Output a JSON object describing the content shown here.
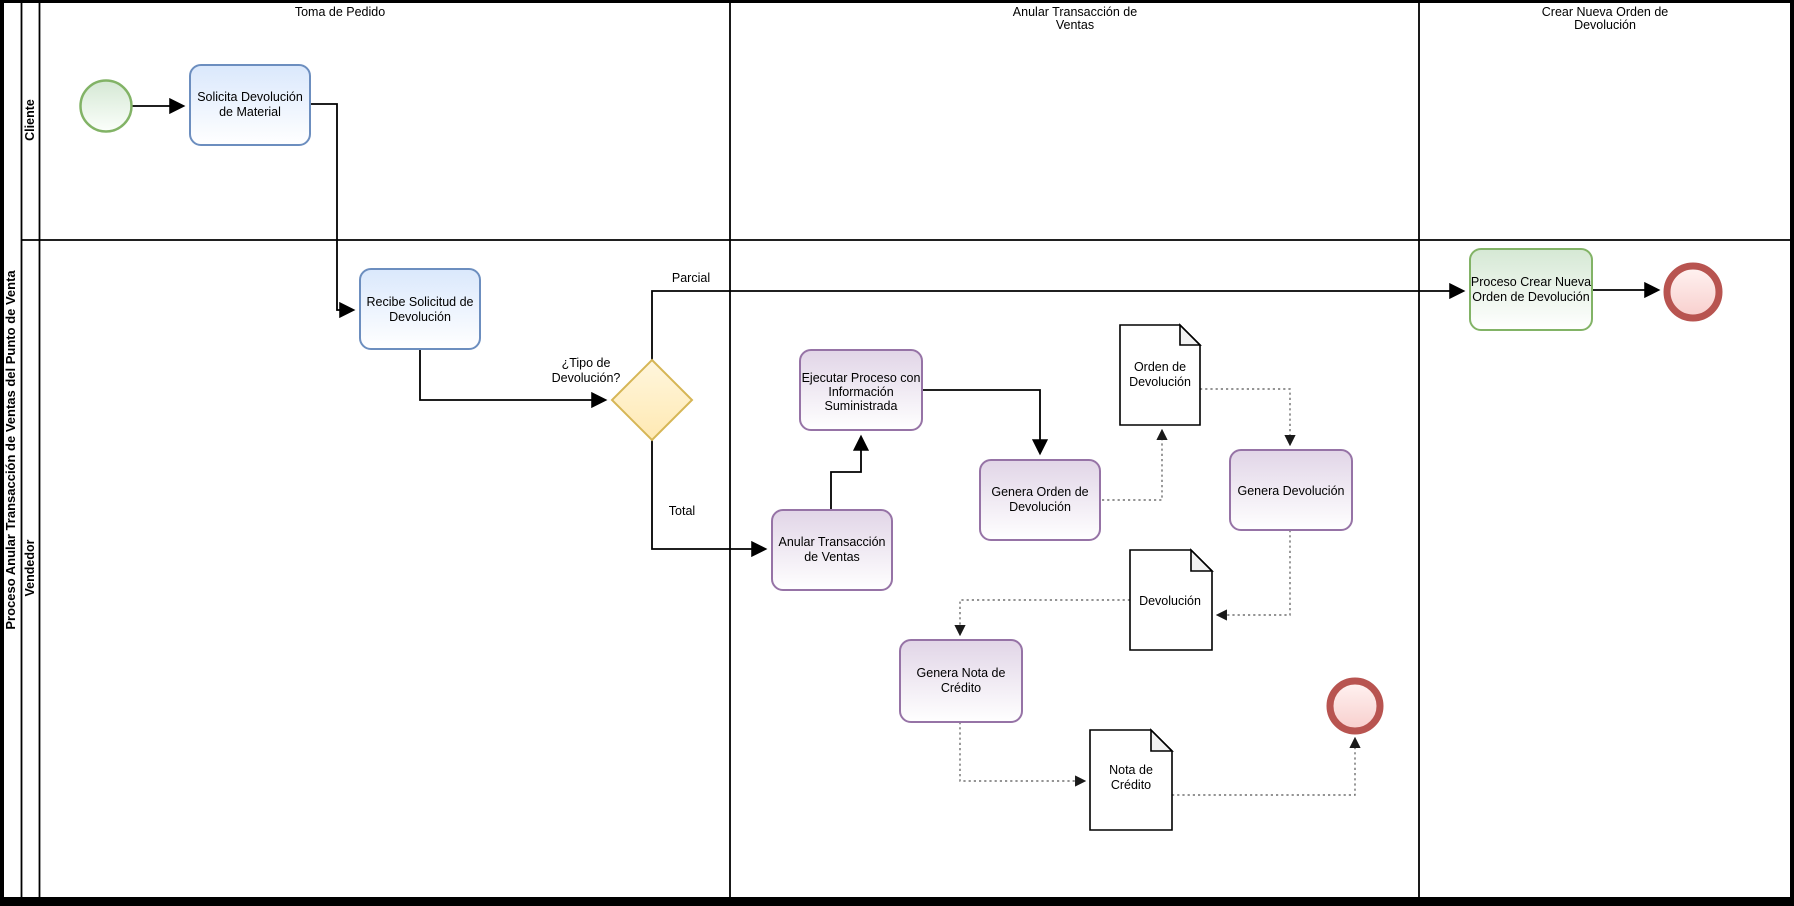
{
  "diagram": {
    "pool_title": "Proceso Anular Transacción de Ventas del Punto de Venta",
    "lanes": {
      "cliente": "Cliente",
      "vendedor": "Vendedor"
    },
    "phases": {
      "p1": {
        "l1": "Toma de Pedido"
      },
      "p2": {
        "l1": "Anular Transacción de",
        "l2": "Ventas"
      },
      "p3": {
        "l1": "Crear Nueva Orden de",
        "l2": "Devolución"
      }
    },
    "nodes": {
      "solicita": {
        "l1": "Solicita Devolución",
        "l2": "de Material"
      },
      "recibe": {
        "l1": "Recibe Solicitud de",
        "l2": "Devolución"
      },
      "gateway": {
        "l1": "¿Tipo de",
        "l2": "Devolución?"
      },
      "anular": {
        "l1": "Anular Transacción",
        "l2": "de Ventas"
      },
      "ejecutar": {
        "l1": "Ejecutar Proceso con",
        "l2": "Información",
        "l3": "Suministrada"
      },
      "genera_orden": {
        "l1": "Genera Orden de",
        "l2": "Devolución"
      },
      "genera_devolucion": {
        "l1": "Genera Devolución"
      },
      "genera_nota": {
        "l1": "Genera Nota de",
        "l2": "Crédito"
      },
      "proceso_crear": {
        "l1": "Proceso Crear Nueva",
        "l2": "Orden de Devolución"
      },
      "doc_orden": {
        "l1": "Orden de",
        "l2": "Devolución"
      },
      "doc_devolucion": {
        "l1": "Devolución"
      },
      "doc_nota": {
        "l1": "Nota de",
        "l2": "Crédito"
      }
    },
    "edge_labels": {
      "parcial": "Parcial",
      "total": "Total"
    },
    "colors": {
      "task_blue_fill": "#dae8fc",
      "task_blue_stroke": "#6c8ebf",
      "task_purple_fill": "#e1d5e7",
      "task_purple_stroke": "#9673a6",
      "task_green_fill": "#d5e8d4",
      "task_green_stroke": "#82b366",
      "gateway_fill": "#fff2cc",
      "gateway_stroke": "#d6b656",
      "start_event_fill": "#d5e8d4",
      "start_event_stroke": "#82b366",
      "end_event_ring": "#b85450",
      "end_event_fill": "#f8cecc",
      "flow_line": "#000000",
      "association_line": "#707070"
    }
  }
}
